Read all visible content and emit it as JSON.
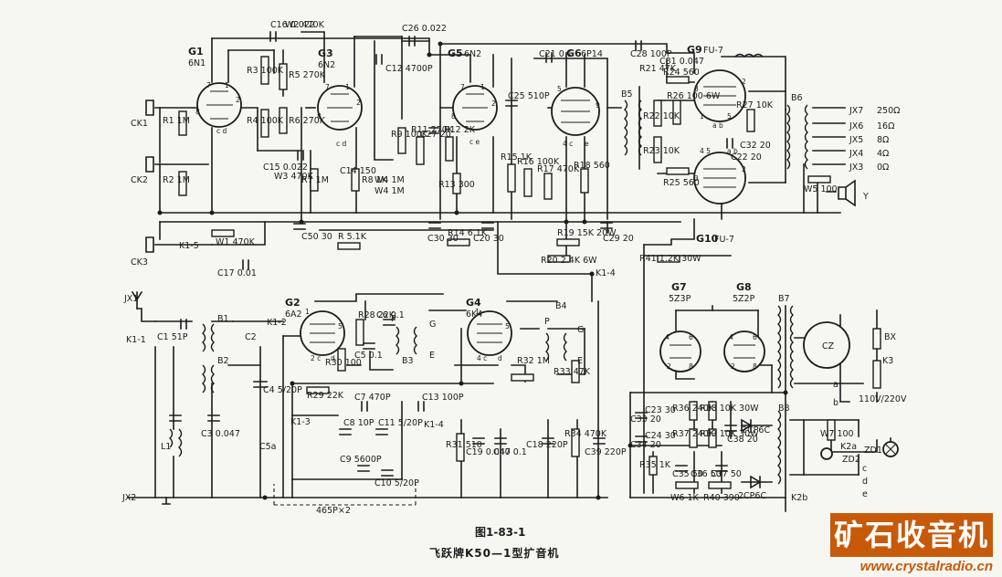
{
  "figure": {
    "number": "图1-83-1",
    "title": "飞跃牌K50—1型扩音机"
  },
  "watermark": {
    "brand": "矿石收音机",
    "url": "www.crystalradio.cn"
  },
  "tubes": [
    {
      "id": "G1",
      "type": "6N1"
    },
    {
      "id": "G3",
      "type": "6N2"
    },
    {
      "id": "G5",
      "type": "6N2"
    },
    {
      "id": "G6",
      "type": "6P14"
    },
    {
      "id": "G9",
      "type": "FU-7"
    },
    {
      "id": "G10",
      "type": "FU-7"
    },
    {
      "id": "G2",
      "type": "6A2"
    },
    {
      "id": "G4",
      "type": "6K4"
    },
    {
      "id": "G7",
      "type": "5Z3P"
    },
    {
      "id": "G8",
      "type": "5Z2P"
    }
  ],
  "connectors": {
    "ck1": "CK1",
    "ck2": "CK2",
    "ck3": "CK3",
    "jx1": "JX1",
    "jx2": "JX2",
    "jx7": "JX7",
    "jx6": "JX6",
    "jx5": "JX5",
    "jx4": "JX4",
    "jx3": "JX3",
    "cz": "CZ",
    "bx": "BX",
    "speaker": "Y"
  },
  "outputs": {
    "o250": "250Ω",
    "o16": "16Ω",
    "o8": "8Ω",
    "o4": "4Ω",
    "o0": "0Ω"
  },
  "switches": {
    "k11": "K1-1",
    "k12": "K1-2",
    "k13": "K1-3",
    "k14": "K1-4",
    "k15": "K1-5",
    "k14b": "K1-4",
    "k2a": "K2a",
    "k2b": "K2b",
    "k3": "K3"
  },
  "transformers": {
    "b1": "B1",
    "b2": "B2",
    "b3": "B3",
    "b4": "B4",
    "b5": "B5",
    "b6": "B6",
    "b7": "B7",
    "b8": "B8"
  },
  "resistors": {
    "r1": "R1 1M",
    "r2": "R2 1M",
    "r3": "R3 100K",
    "r4": "R4 100K",
    "r5": "R5 270K",
    "r6": "R6 270K",
    "r7": "R7 1M",
    "r8": "R8 1K",
    "r9": "R9 100K",
    "r10": "W4 1M",
    "r11": "R11 270K",
    "r12": "R12 2K",
    "r13": "R13 300",
    "r14": "R14 6.1K",
    "r15": "R15 1K",
    "r16": "R16 100K",
    "r17": "R17 470K",
    "r18": "R18 560",
    "r19": "R19 15K 20W",
    "r20": "R20 2.4K 6W",
    "r21": "R21 47K",
    "r22": "R22 10K",
    "r23": "R23 10K",
    "r24": "R24 560",
    "r25": "R25 560",
    "r26": "R26 100 6W",
    "r27": "R27 10K",
    "r28": "R28 22K",
    "r29": "R29 22K",
    "r30": "R30 100",
    "r31": "R31 510",
    "r32": "R32 1M",
    "r33": "R33 47K",
    "r34": "R34 470K",
    "r35": "R35 1K",
    "r36": "R36 240K",
    "r37": "R37 240K",
    "r38": "R38 10K 30W",
    "r39": "R39 10K 30W",
    "r40": "R40 390",
    "r41": "R41 1.2K 30W",
    "rs": "R 5.1K"
  },
  "capacitors": {
    "c1": "C1 51P",
    "c2": "C2",
    "c3": "C3 0.047",
    "c4": "C4 5/20P",
    "c5": "C5 0.1",
    "c6": "C6 0.1",
    "c7": "C7 470P",
    "c8": "C8 10P",
    "c9": "C9 5600P",
    "c10": "C10 5/20P",
    "c11": "C11 5/20P",
    "c12": "C12 4700P",
    "c13": "C13 100P",
    "c14": "C14 150",
    "c15": "C15 0.022",
    "c16": "C16 0.022",
    "c17": "C17 0.01",
    "c18": "C18 220P",
    "c19": "C19 0.047",
    "c20": "C20 30",
    "c21": "C21 0.1",
    "c22": "C22 20",
    "c23": "C23 30",
    "c24": "C24 30",
    "c25": "C25 510P",
    "c26": "C26 0.022",
    "c27": "C27 20",
    "c28": "C28 100P",
    "c29": "C29 20",
    "c30": "C30 30",
    "c31": "C31 0.047",
    "c32": "C32 20",
    "c33": "C33 20",
    "c34": "C34 20",
    "c35": "C35 50",
    "c36": "C36 50",
    "c37": "C37 50",
    "c38": "C38 20",
    "c39": "C39 220P",
    "c40": "C40 0.1",
    "c50": "C50 30",
    "c5a": "C5a",
    "tuning": "465P×2"
  },
  "pots": {
    "w1": "W1 470K",
    "w2": "W2 470K",
    "w3": "W3 470K",
    "w4": "W4 1M",
    "w5": "W5 100",
    "w6": "W6 1K",
    "w7": "W7 100"
  },
  "diodes": {
    "d1": "2CP6C",
    "d2": "2CP6C",
    "zd1": "ZD1",
    "zd2": "ZD2"
  },
  "misc": {
    "mains": "110V/220V",
    "l1": "L1",
    "p1": "P",
    "p2": "P",
    "g_a": "G",
    "g_b": "G",
    "e_a": "E",
    "e_b": "E",
    "node_a": "a",
    "node_b": "b",
    "node_c": "c",
    "node_d": "d",
    "node_e": "e"
  }
}
